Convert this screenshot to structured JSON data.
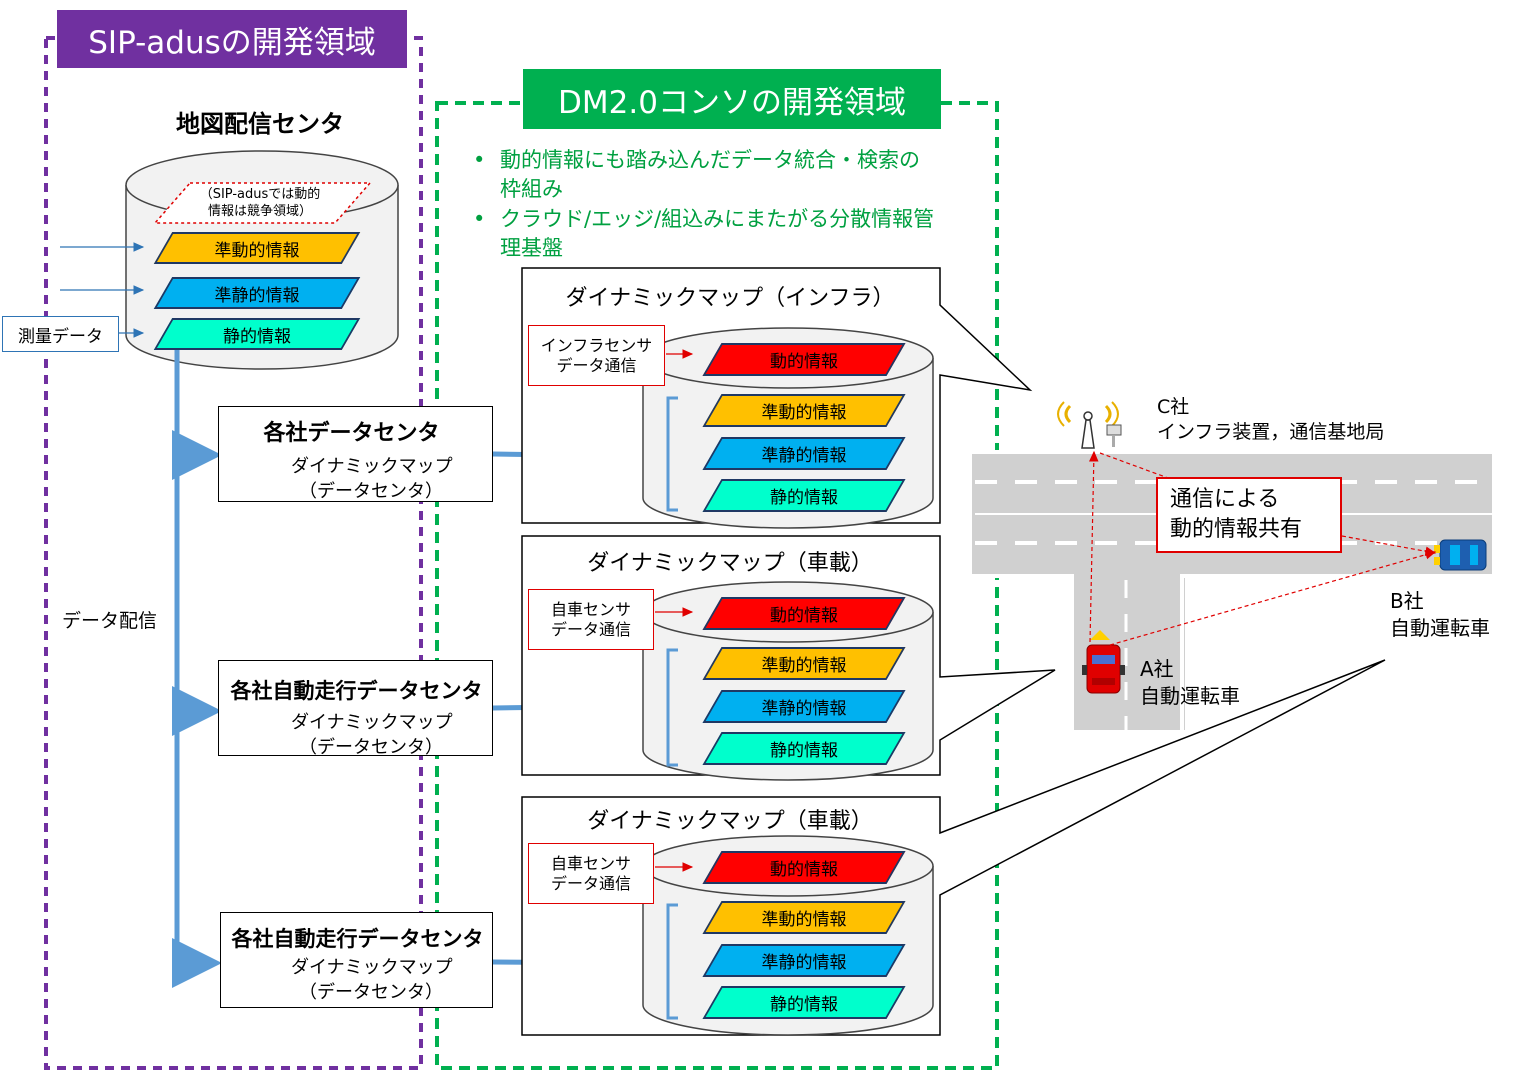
{
  "regions": {
    "sip_label": "SIP-adusの開発領域",
    "dm_label": "DM2.0コンソの開発領域"
  },
  "map_center": {
    "title": "地図配信センタ",
    "note_line1": "（SIP-adusでは動的",
    "note_line2": "情報は競争領域）",
    "layers": [
      "準動的情報",
      "準静的情報",
      "静的情報"
    ],
    "survey_input": "測量データ"
  },
  "data_delivery_label": "データ配信",
  "company_centers": [
    {
      "title": "各社データセンタ",
      "line1": "ダイナミックマップ",
      "line2": "（データセンタ）"
    },
    {
      "title": "各社自動走行データセンタ",
      "line1": "ダイナミックマップ",
      "line2": "（データセンタ）"
    },
    {
      "title": "各社自動走行データセンタ",
      "line1": "ダイナミックマップ",
      "line2": "（データセンタ）"
    }
  ],
  "dm_bullets": [
    {
      "line1": "動的情報にも踏み込んだデータ統合・検索の",
      "line2": "枠組み"
    },
    {
      "line1": "クラウド/エッジ/組込みにまたがる分散情報管",
      "line2": "理基盤"
    }
  ],
  "dynamic_maps": [
    {
      "title": "ダイナミックマップ（インフラ）",
      "sensor_line1": "インフラセンサ",
      "sensor_line2": "データ通信",
      "layers": [
        "動的情報",
        "準動的情報",
        "準静的情報",
        "静的情報"
      ]
    },
    {
      "title": "ダイナミックマップ（車載）",
      "sensor_line1": "自車センサ",
      "sensor_line2": "データ通信",
      "layers": [
        "動的情報",
        "準動的情報",
        "準静的情報",
        "静的情報"
      ]
    },
    {
      "title": "ダイナミックマップ（車載）",
      "sensor_line1": "自車センサ",
      "sensor_line2": "データ通信",
      "layers": [
        "動的情報",
        "準動的情報",
        "準静的情報",
        "静的情報"
      ]
    }
  ],
  "scene": {
    "company_c_line1": "C社",
    "company_c_line2": "インフラ装置，通信基地局",
    "sharing_line1": "通信による",
    "sharing_line2": "動的情報共有",
    "company_b_line1": "B社",
    "company_b_line2": "自動運転車",
    "company_a_line1": "A社",
    "company_a_line2": "自動運転車"
  },
  "colors": {
    "sip_purple": "#7030a0",
    "dm_green": "#00b050",
    "dynamic_red": "#ff0000",
    "semi_dynamic_yellow": "#ffc000",
    "semi_static_blue": "#00b0f0",
    "static_teal": "#00ffcc",
    "flow_blue": "#5b9bd5"
  }
}
